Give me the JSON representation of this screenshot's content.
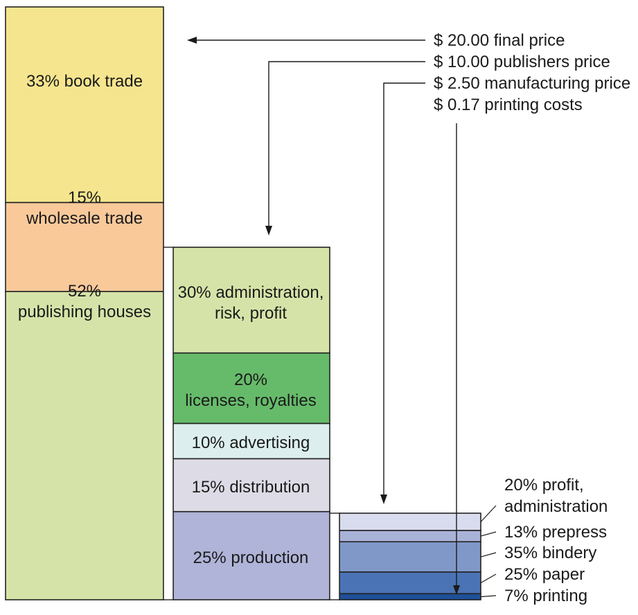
{
  "chart_data": {
    "type": "stacked-bar",
    "bars": [
      {
        "name": "final price",
        "segments": [
          {
            "percent": 33,
            "label_lines": [
              "33% book trade"
            ],
            "color": "#f5e58e"
          },
          {
            "percent": 15,
            "label_lines": [
              "15%",
              "wholesale trade"
            ],
            "color": "#f9c99a"
          },
          {
            "percent": 52,
            "label_lines": [
              "52%",
              "publishing houses"
            ],
            "color": "#d6e3a8"
          }
        ]
      },
      {
        "name": "publishers price",
        "segments": [
          {
            "percent": 30,
            "label_lines": [
              "30% administration,",
              "risk, profit"
            ],
            "color": "#d6e3a8"
          },
          {
            "percent": 20,
            "label_lines": [
              "20%",
              "licenses, royalties"
            ],
            "color": "#66bb6a"
          },
          {
            "percent": 10,
            "label_lines": [
              "10% advertising"
            ],
            "color": "#dcefee"
          },
          {
            "percent": 15,
            "label_lines": [
              "15% distribution"
            ],
            "color": "#dddbe5"
          },
          {
            "percent": 25,
            "label_lines": [
              "25% production"
            ],
            "color": "#afb4d8"
          }
        ]
      },
      {
        "name": "manufacturing price",
        "segments": [
          {
            "percent": 20,
            "label_lines": [
              "20% profit,",
              "administration"
            ],
            "color": "#d9dcee"
          },
          {
            "percent": 13,
            "label_lines": [
              "13% prepress"
            ],
            "color": "#a9b3d8"
          },
          {
            "percent": 35,
            "label_lines": [
              "35% bindery"
            ],
            "color": "#8098c8"
          },
          {
            "percent": 25,
            "label_lines": [
              "25% paper"
            ],
            "color": "#4a73b5"
          },
          {
            "percent": 7,
            "label_lines": [
              "7% printing"
            ],
            "color": "#1e4f98"
          }
        ]
      }
    ],
    "price_callouts": [
      {
        "label": "$ 20.00 final price",
        "value": 20.0
      },
      {
        "label": "$ 10.00 publishers price",
        "value": 10.0
      },
      {
        "label": "$ 2.50 manufacturing price",
        "value": 2.5
      },
      {
        "label": "$ 0.17 printing costs",
        "value": 0.17
      }
    ]
  }
}
